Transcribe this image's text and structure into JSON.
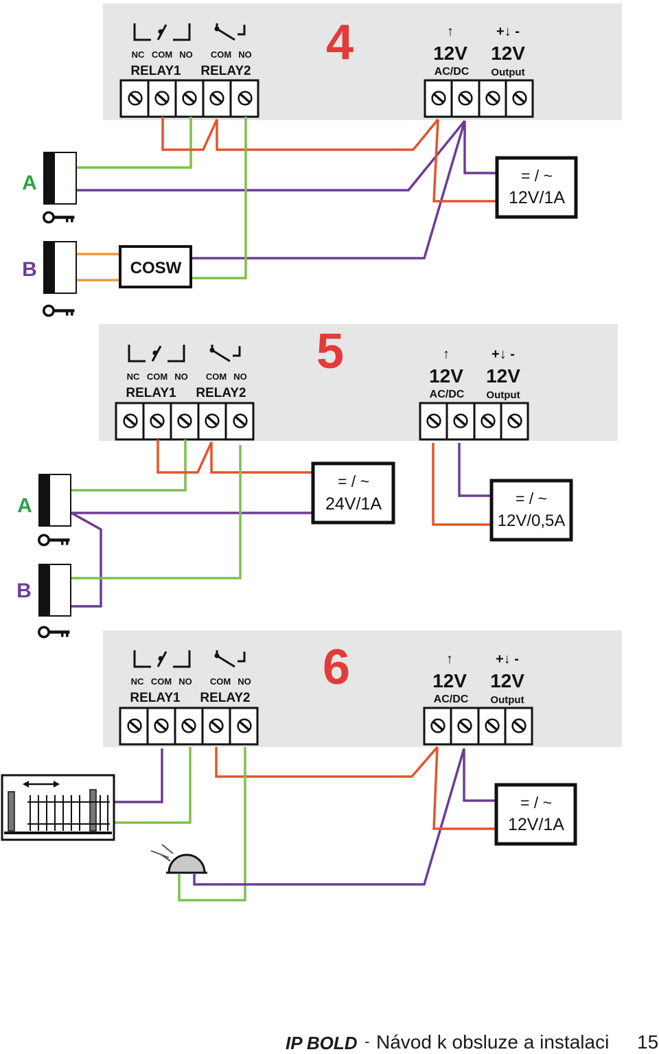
{
  "relay_labels": {
    "nc": "NC",
    "com": "COM",
    "no": "NO",
    "relay1": "RELAY1",
    "relay2": "RELAY2"
  },
  "power_labels": {
    "input_arrow": "↑",
    "v_in": "12V",
    "acdc": "AC/DC",
    "output_polarity": "+↓ -",
    "v_out": "12V",
    "output": "Output"
  },
  "diagrams": [
    {
      "number": "4",
      "psu": {
        "symbol": "= / ~",
        "rating": "12V/1A"
      },
      "side_labels": [
        "A",
        "B"
      ],
      "module": "COSW"
    },
    {
      "number": "5",
      "psu_main": {
        "symbol": "= / ~",
        "rating": "24V/1A"
      },
      "psu_small": {
        "symbol": "= / ~",
        "rating": "12V/0,5A"
      },
      "side_labels": [
        "A",
        "B"
      ]
    },
    {
      "number": "6",
      "psu": {
        "symbol": "= / ~",
        "rating": "12V/1A"
      }
    }
  ],
  "footer": {
    "brand": "IP BOLD",
    "separator": "-",
    "title": "Návod k obsluze a instalaci",
    "page": "15"
  },
  "colors": {
    "panel": "#e6e6e6",
    "red_wire": "#e4542b",
    "green_wire": "#7dc04b",
    "purple_wire": "#6d3b94",
    "label_green": "#2ea045",
    "label_purple": "#6a3d9a",
    "number_red": "#e43a3a"
  }
}
